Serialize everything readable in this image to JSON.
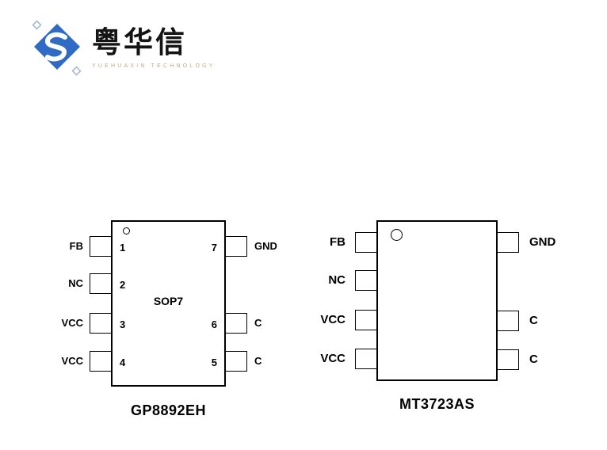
{
  "logo": {
    "brand_cn": "粤华信",
    "brand_en": "YUEHUAXIN TECHNOLOGY",
    "brand_color": "#2f6bc4"
  },
  "chips": [
    {
      "name": "GP8892EH",
      "package_label": "SOP7",
      "left_pins": [
        {
          "number": "1",
          "label": "FB"
        },
        {
          "number": "2",
          "label": "NC"
        },
        {
          "number": "3",
          "label": "VCC"
        },
        {
          "number": "4",
          "label": "VCC"
        }
      ],
      "right_pins": [
        {
          "number": "7",
          "label": "GND"
        },
        {
          "number": "6",
          "label": "C"
        },
        {
          "number": "5",
          "label": "C"
        }
      ]
    },
    {
      "name": "MT3723AS",
      "left_pins": [
        {
          "label": "FB"
        },
        {
          "label": "NC"
        },
        {
          "label": "VCC"
        },
        {
          "label": "VCC"
        }
      ],
      "right_pins": [
        {
          "label": "GND"
        },
        {
          "label": "C"
        },
        {
          "label": "C"
        }
      ]
    }
  ]
}
